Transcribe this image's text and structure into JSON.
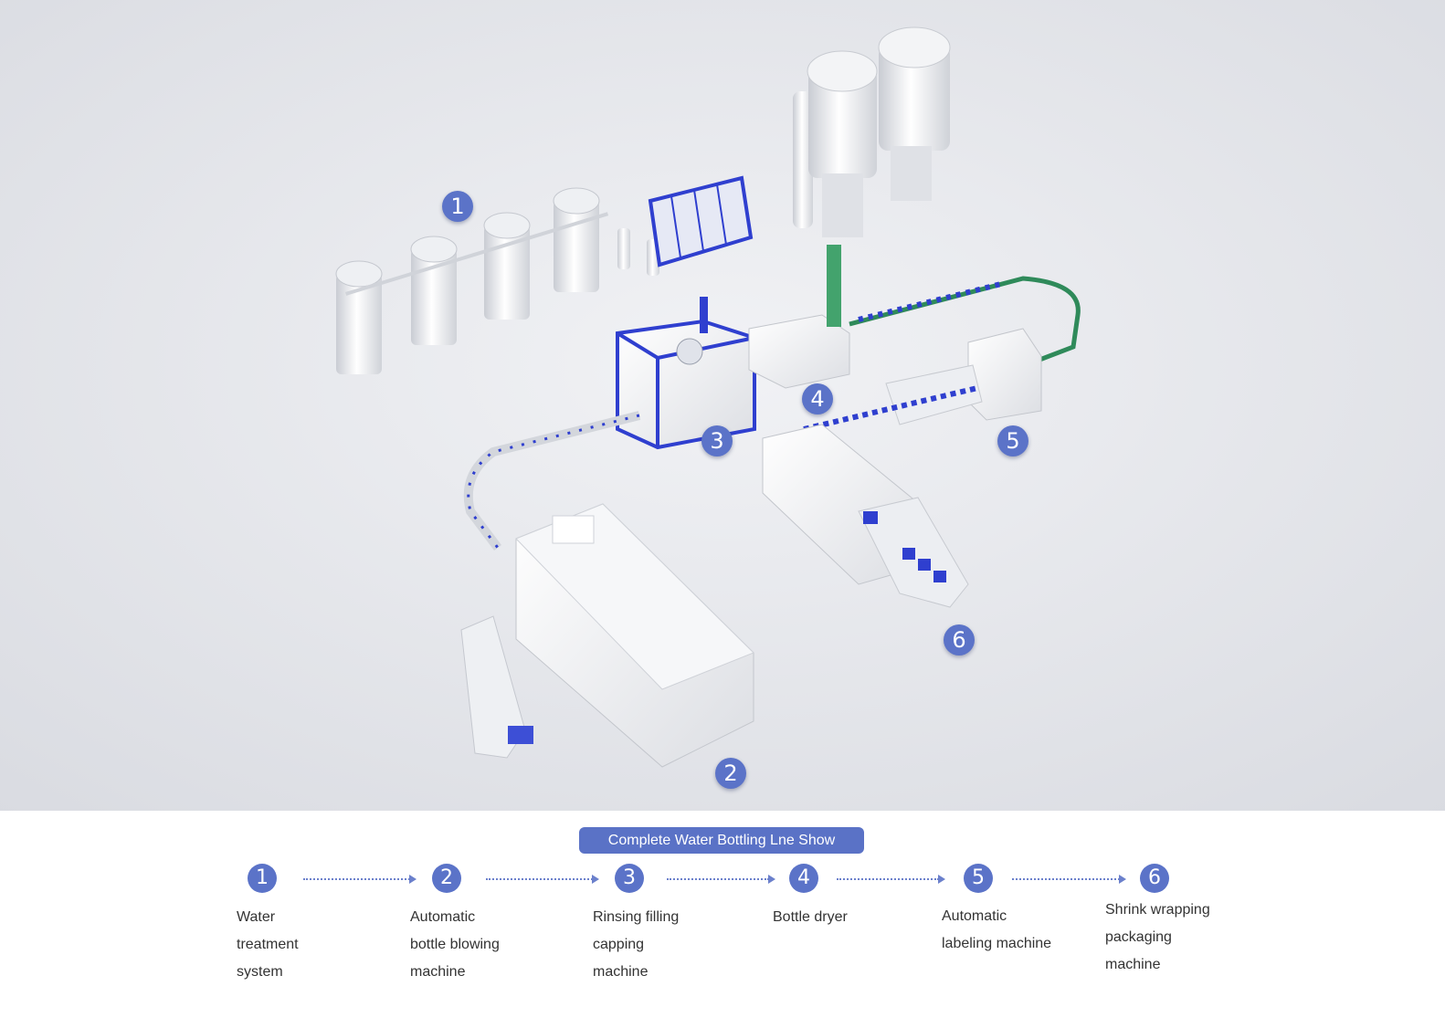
{
  "scene": {
    "markers": [
      "1",
      "2",
      "3",
      "4",
      "5",
      "6"
    ]
  },
  "legend": {
    "title": "Complete Water Bottling Lne Show",
    "steps": [
      {
        "number": "1",
        "label": "Water\ntreatment\nsystem"
      },
      {
        "number": "2",
        "label": "Automatic\nbottle blowing\nmachine"
      },
      {
        "number": "3",
        "label": "Rinsing filling\ncapping\nmachine"
      },
      {
        "number": "4",
        "label": "Bottle dryer"
      },
      {
        "number": "5",
        "label": "Automatic\nlabeling machine"
      },
      {
        "number": "6",
        "label": "Shrink wrapping\npackaging\nmachine"
      }
    ]
  },
  "colors": {
    "accent": "#5b73c8",
    "machine_blue": "#2f3fcf",
    "floor": "#e9eaee",
    "conveyor_green": "#2f8a5a"
  }
}
